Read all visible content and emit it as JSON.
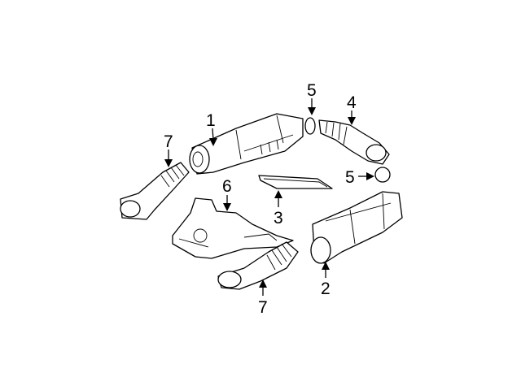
{
  "callouts": [
    {
      "id": "1",
      "label": "1"
    },
    {
      "id": "2",
      "label": "2"
    },
    {
      "id": "3",
      "label": "3"
    },
    {
      "id": "4",
      "label": "4"
    },
    {
      "id": "5a",
      "label": "5"
    },
    {
      "id": "5b",
      "label": "5"
    },
    {
      "id": "6",
      "label": "6"
    },
    {
      "id": "7a",
      "label": "7"
    },
    {
      "id": "7b",
      "label": "7"
    }
  ]
}
